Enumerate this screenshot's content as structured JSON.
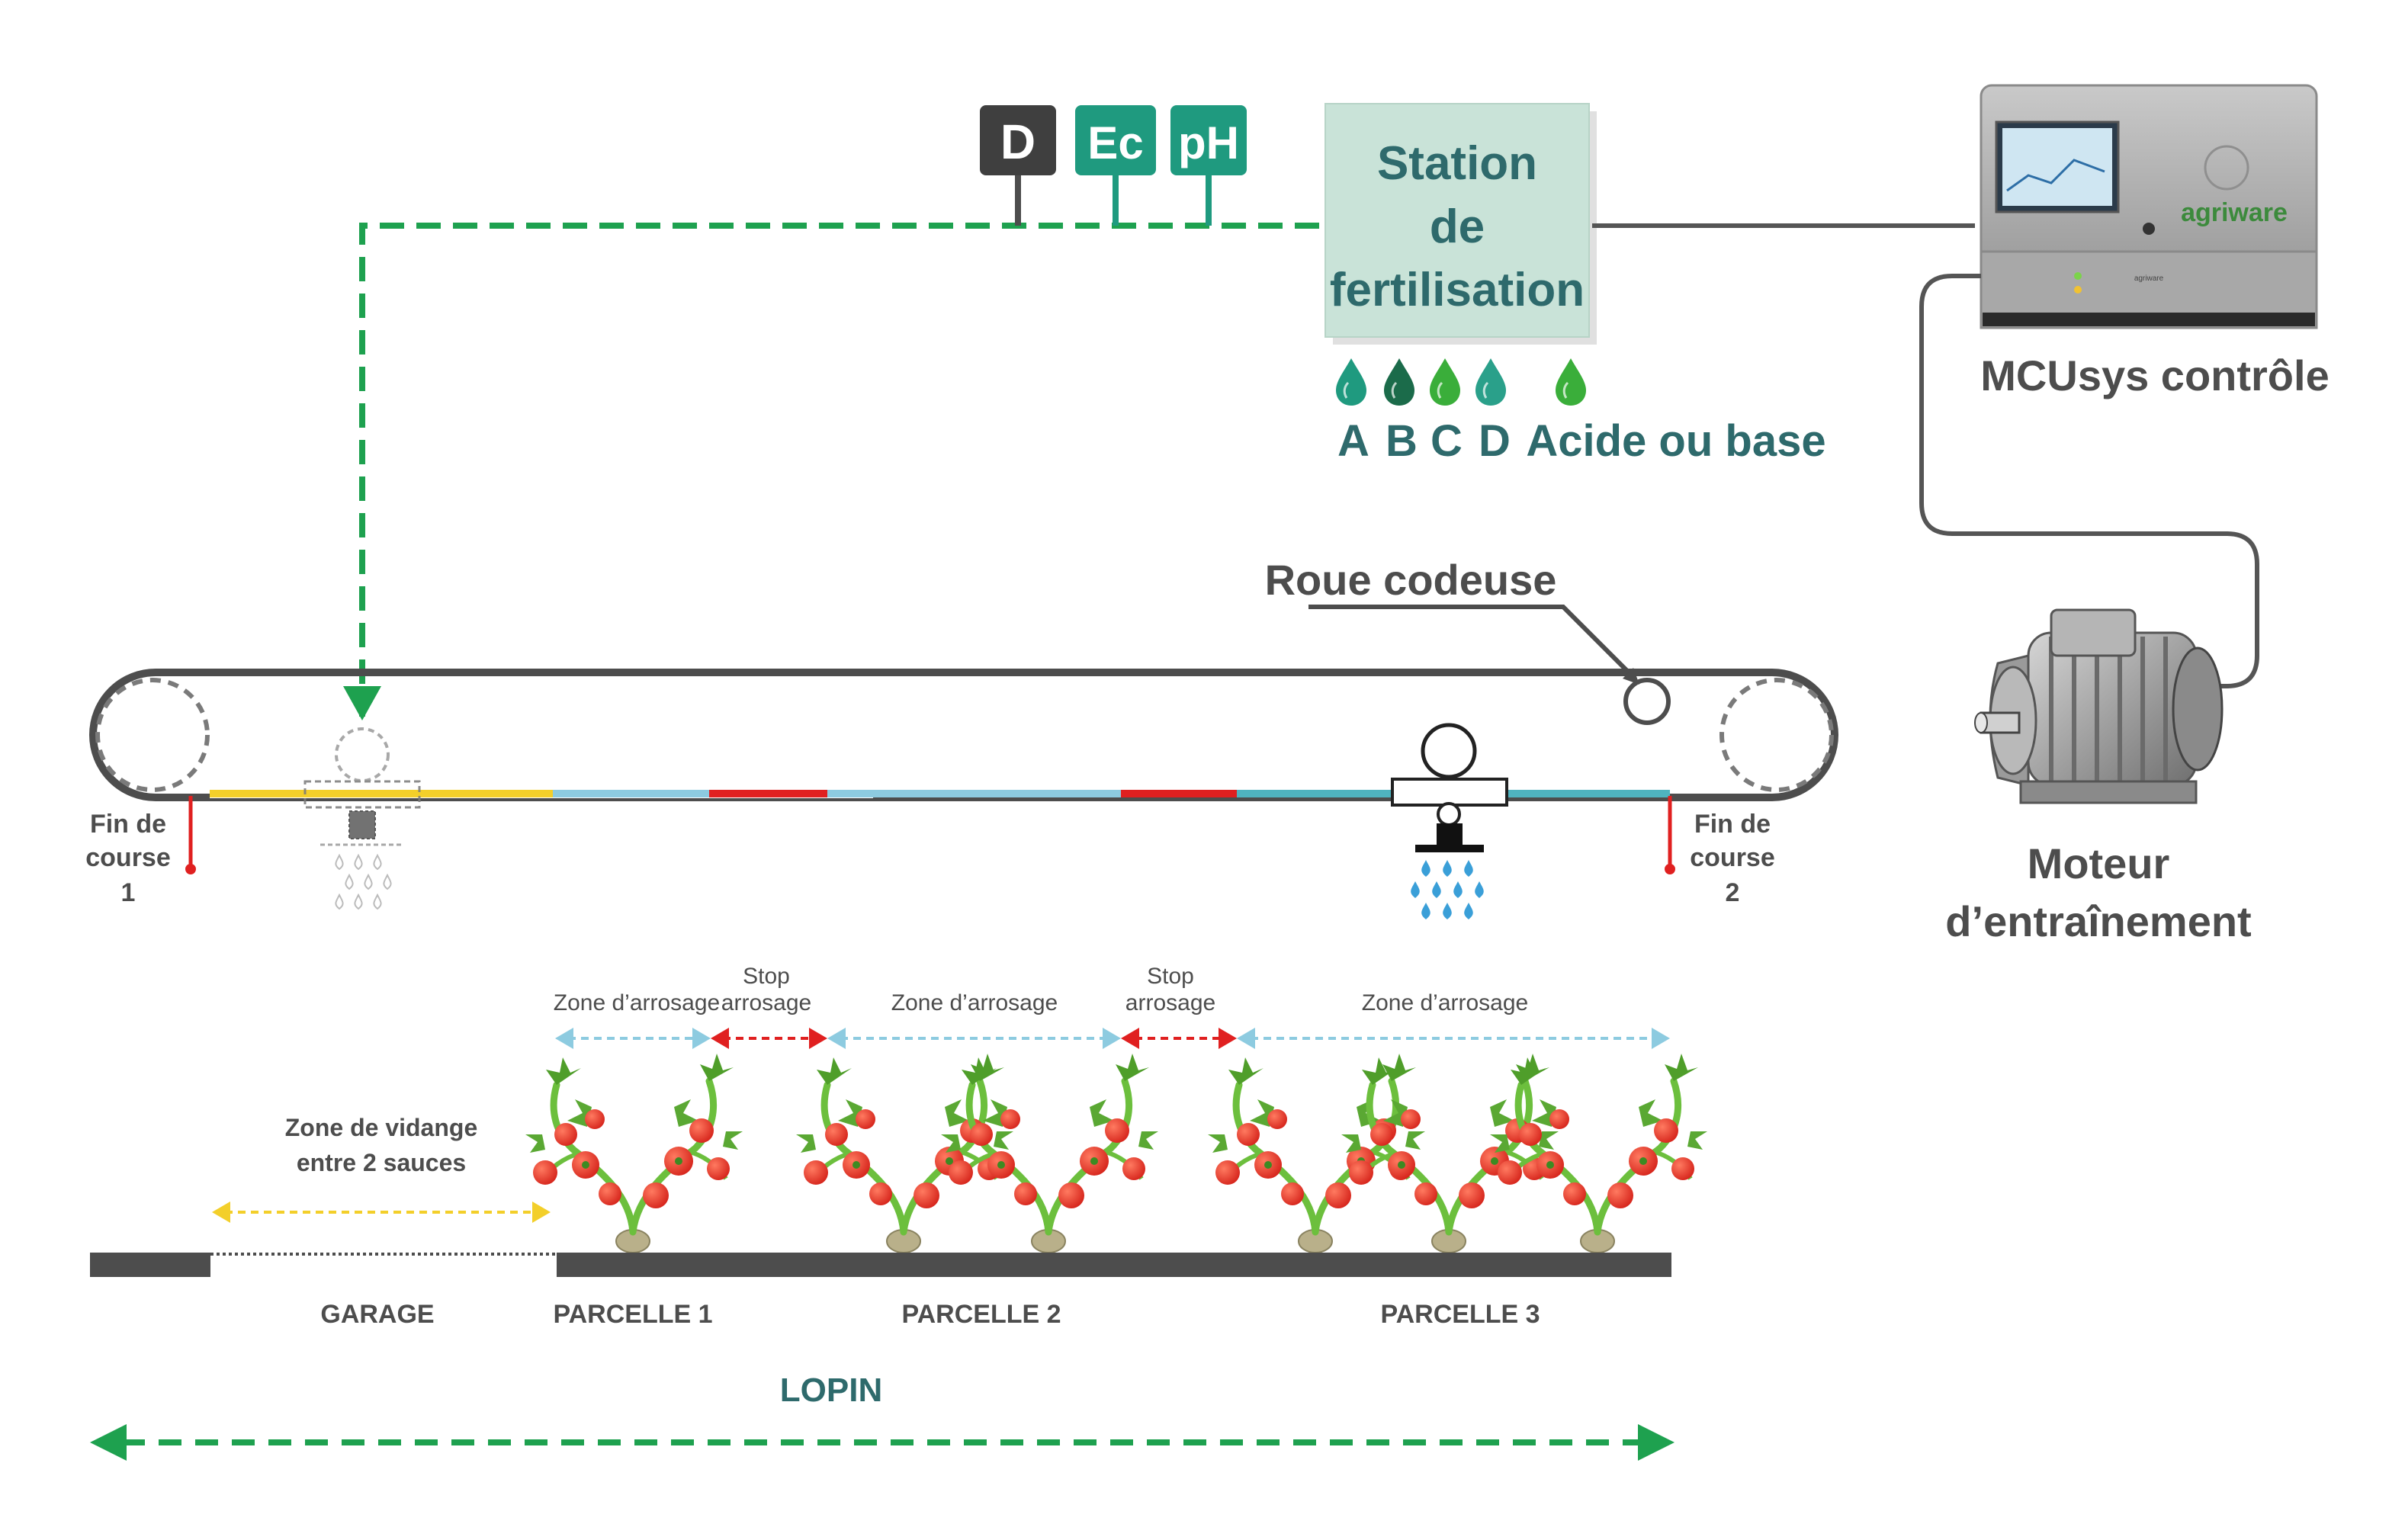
{
  "sensors": {
    "d": "D",
    "ec": "Ec",
    "ph": "pH"
  },
  "station": {
    "line1": "Station",
    "line2": "de",
    "line3": "fertilisation"
  },
  "tanks": {
    "a": "A",
    "b": "B",
    "c": "C",
    "d": "D",
    "acid": "Acide ou base"
  },
  "controller": {
    "label": "MCUsys contrôle",
    "brand": "agriware",
    "brand_small": "agriware"
  },
  "motor": {
    "line1": "Moteur",
    "line2": "d’entraînement"
  },
  "encoder": {
    "label": "Roue codeuse"
  },
  "limit1": {
    "line1": "Fin de",
    "line2": "course",
    "line3": "1"
  },
  "limit2": {
    "line1": "Fin de",
    "line2": "course",
    "line3": "2"
  },
  "zones": {
    "watering1": "Zone d’arrosage",
    "watering2": "Zone d’arrosage",
    "watering3": "Zone d’arrosage",
    "stop1_l1": "Stop",
    "stop1_l2": "arrosage",
    "stop2_l1": "Stop",
    "stop2_l2": "arrosage",
    "drain_l1": "Zone de vidange",
    "drain_l2": "entre 2 sauces"
  },
  "areas": {
    "garage": "GARAGE",
    "parcel1": "PARCELLE 1",
    "parcel2": "PARCELLE 2",
    "parcel3": "PARCELLE 3",
    "lopin": "LOPIN"
  },
  "colors": {
    "green_line": "#1ea14f",
    "teal_text": "#2e6a6c",
    "teal_box": "#1f9a7f",
    "station_fill": "#c9e3d8",
    "dark_gray": "#4d4d4d",
    "yellow": "#f3cf2a",
    "light_blue": "#8dcbe0",
    "teal_segment": "#4fb3bf",
    "red": "#e02020",
    "tomato": "#e8342a",
    "leaf": "#6cbf3d"
  },
  "icons": [
    "drop-icon",
    "water-spray-icon",
    "tomato-plant-icon",
    "motor-icon",
    "controller-device-icon"
  ]
}
